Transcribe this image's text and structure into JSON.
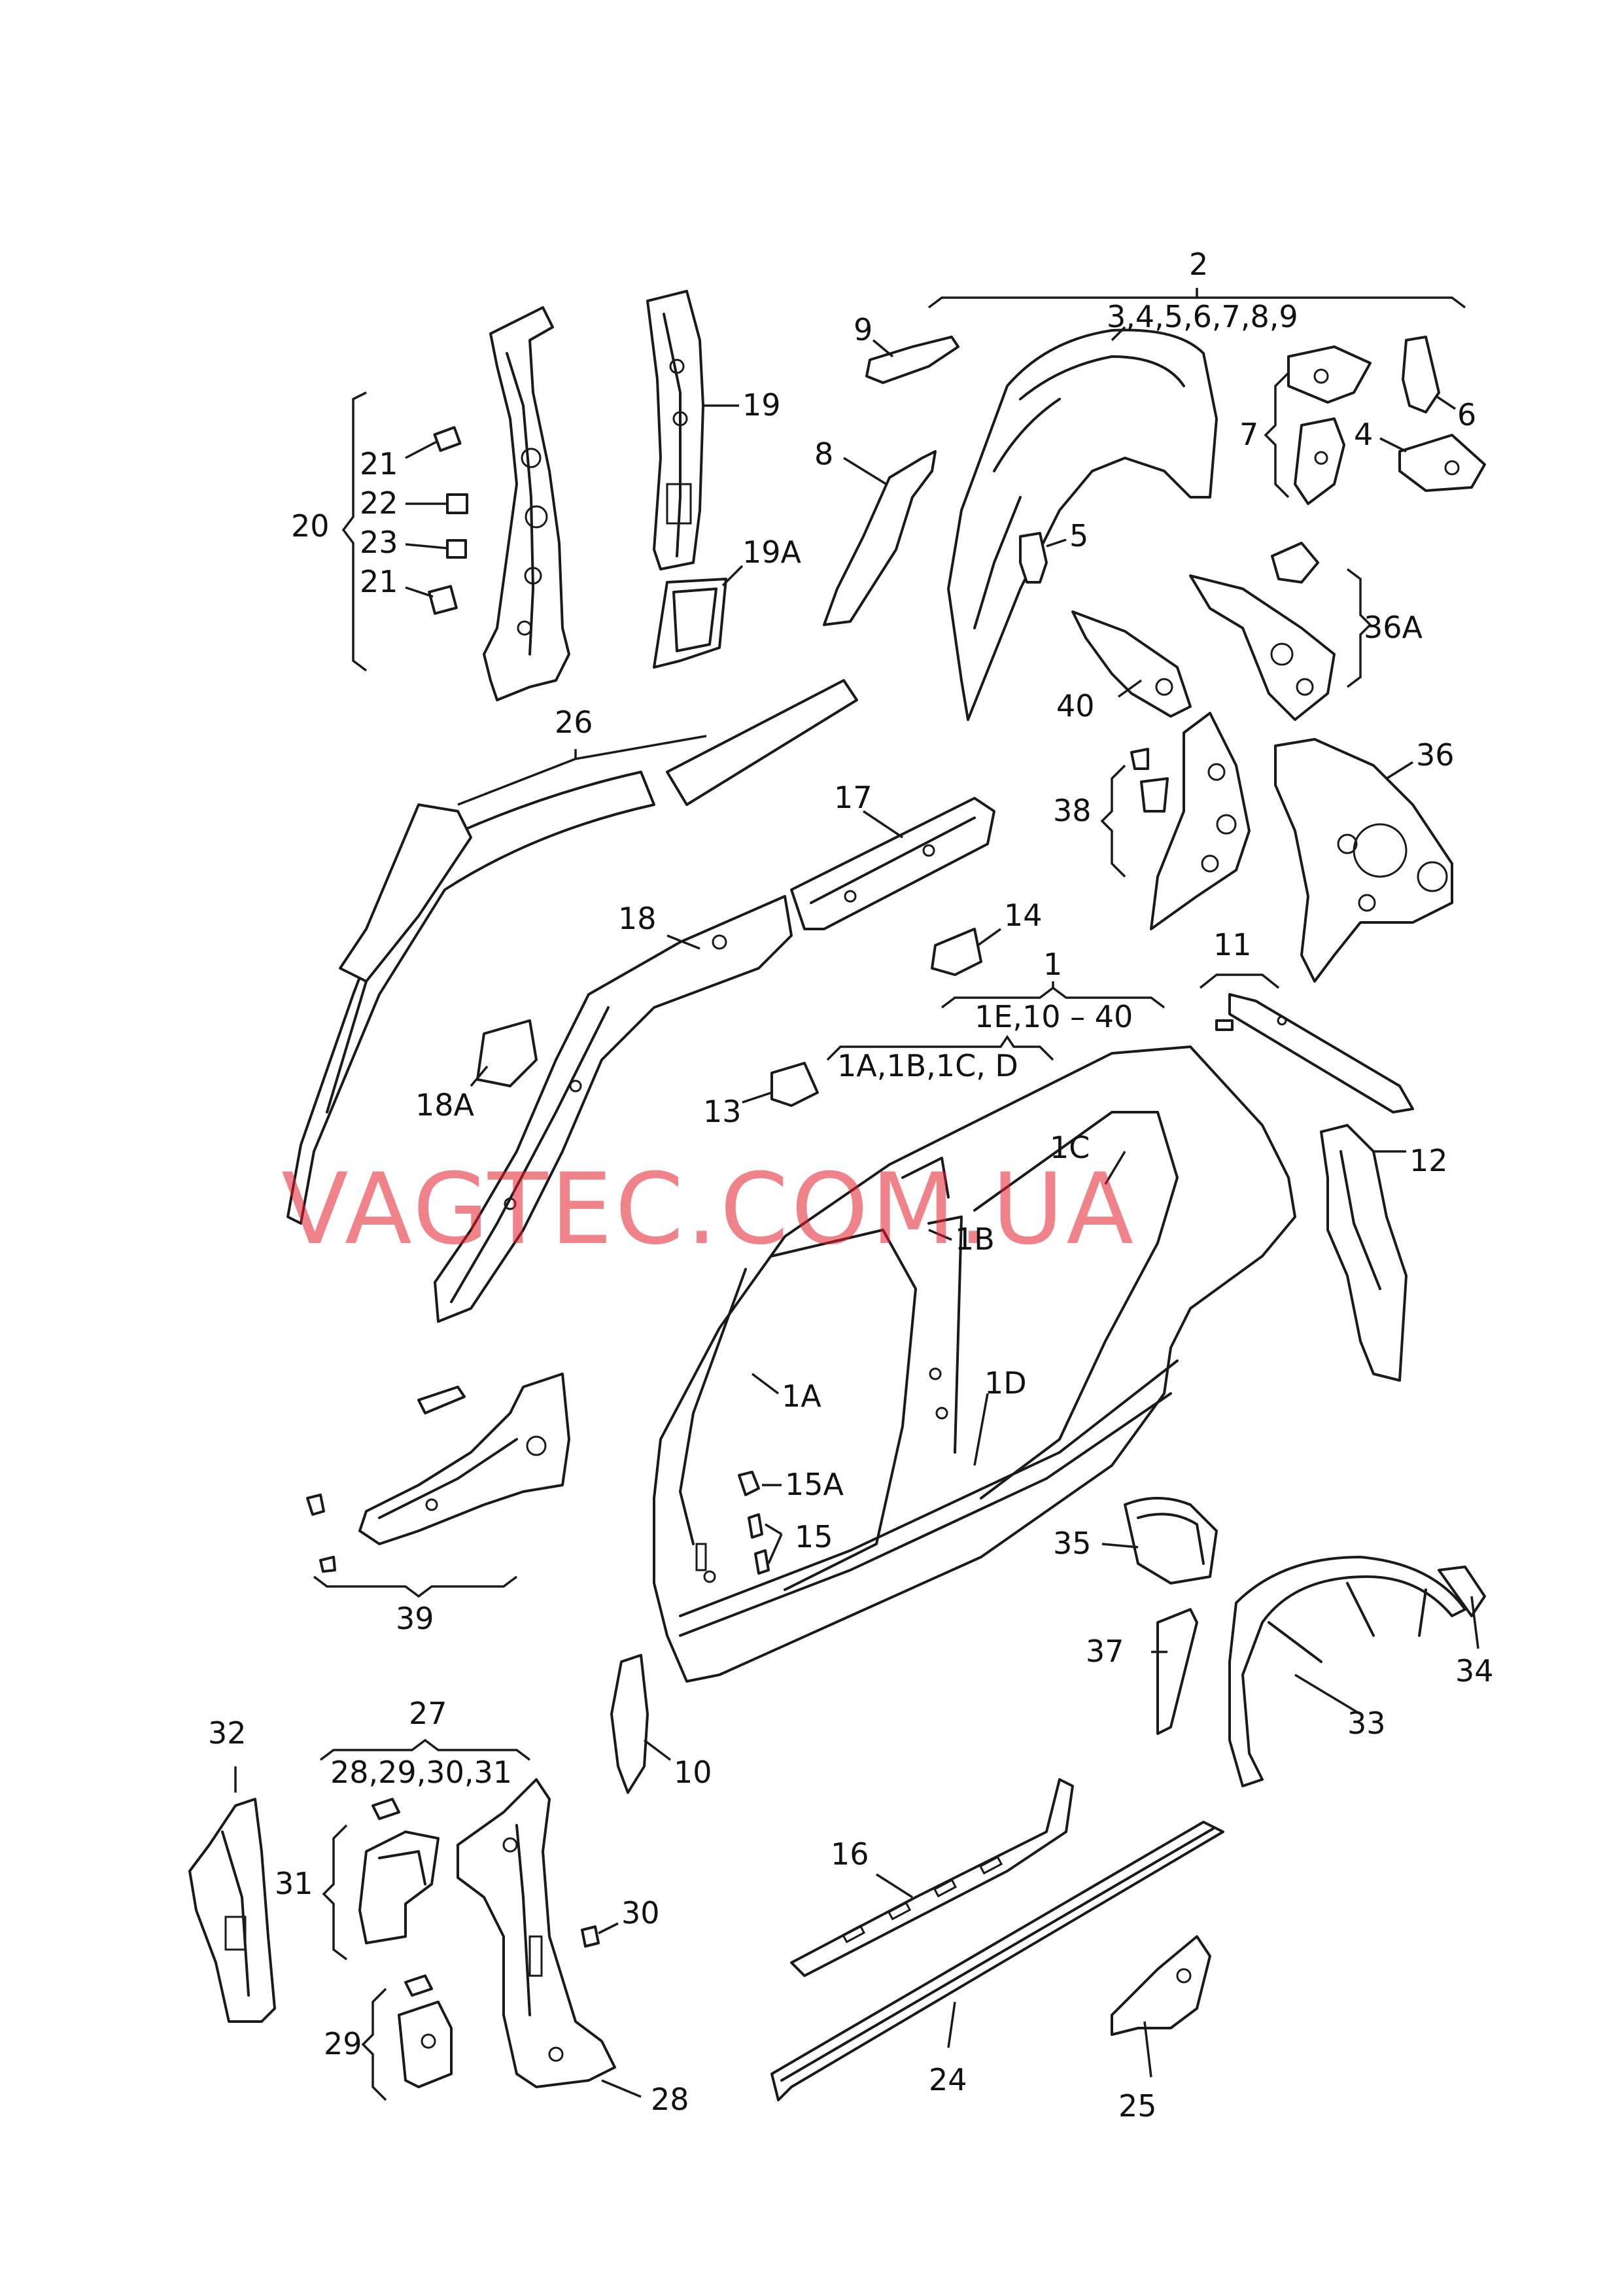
{
  "watermark": "VAGTEC.COM.UA",
  "accent_color": "#e41e2a",
  "callouts": {
    "c1": "1",
    "c1range": "1E,10 – 40",
    "c1sub": "1A,1B,1C,  D",
    "c1A": "1A",
    "c1B": "1B",
    "c1C": "1C",
    "c1D": "1D",
    "c2": "2",
    "c2sub": "3,4,5,6,7,8,9",
    "c4": "4",
    "c5": "5",
    "c6": "6",
    "c7": "7",
    "c8": "8",
    "c9": "9",
    "c10": "10",
    "c11": "11",
    "c12": "12",
    "c13": "13",
    "c14": "14",
    "c15": "15",
    "c15A": "15A",
    "c16": "16",
    "c17": "17",
    "c18": "18",
    "c18A": "18A",
    "c19": "19",
    "c19A": "19A",
    "c20": "20",
    "c21a": "21",
    "c22": "22",
    "c23": "23",
    "c21b": "21",
    "c24": "24",
    "c25": "25",
    "c26": "26",
    "c27": "27",
    "c27sub": "28,29,30,31",
    "c28": "28",
    "c29": "29",
    "c30": "30",
    "c31": "31",
    "c32": "32",
    "c33": "33",
    "c34": "34",
    "c35": "35",
    "c36": "36",
    "c36A": "36A",
    "c37": "37",
    "c38": "38",
    "c39": "39",
    "c40": "40"
  }
}
